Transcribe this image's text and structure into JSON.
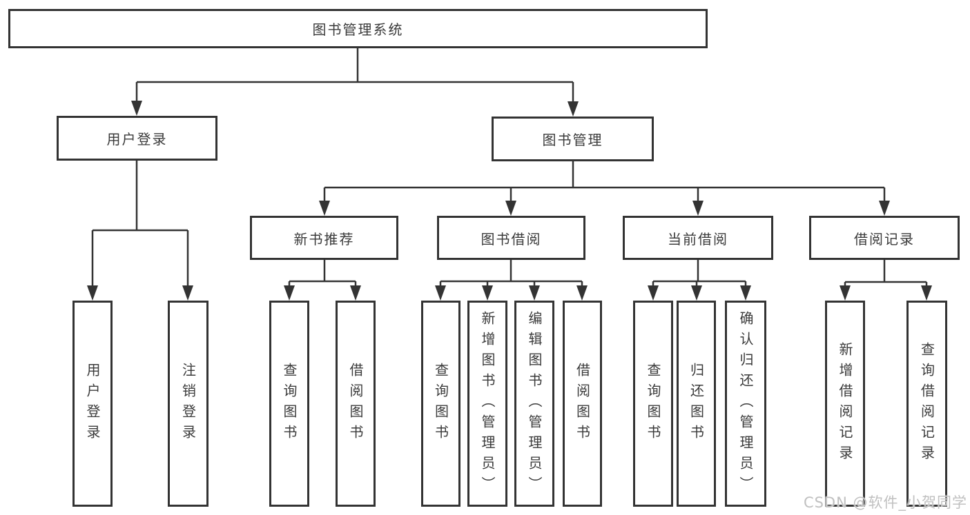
{
  "diagram": {
    "root": "图书管理系统",
    "branches": [
      {
        "label": "用户登录",
        "leaves": [
          "用户登录",
          "注销登录"
        ]
      },
      {
        "label": "图书管理",
        "groups": [
          {
            "label": "新书推荐",
            "leaves": [
              "查询图书",
              "借阅图书"
            ]
          },
          {
            "label": "图书借阅",
            "leaves": [
              "查询图书",
              "新增图书（管理员）",
              "编辑图书（管理员）",
              "借阅图书"
            ]
          },
          {
            "label": "当前借阅",
            "leaves": [
              "查询图书",
              "归还图书",
              "确认归还（管理员）"
            ]
          },
          {
            "label": "借阅记录",
            "leaves": [
              "新增借阅记录",
              "查询借阅记录"
            ]
          }
        ]
      }
    ]
  },
  "watermark": "CSDN @软件_小贺同学",
  "colors": {
    "line": "#333333",
    "box_border": "#333333",
    "text": "#3a3a3a",
    "watermark": "#c0c0c0",
    "background": "#ffffff"
  }
}
